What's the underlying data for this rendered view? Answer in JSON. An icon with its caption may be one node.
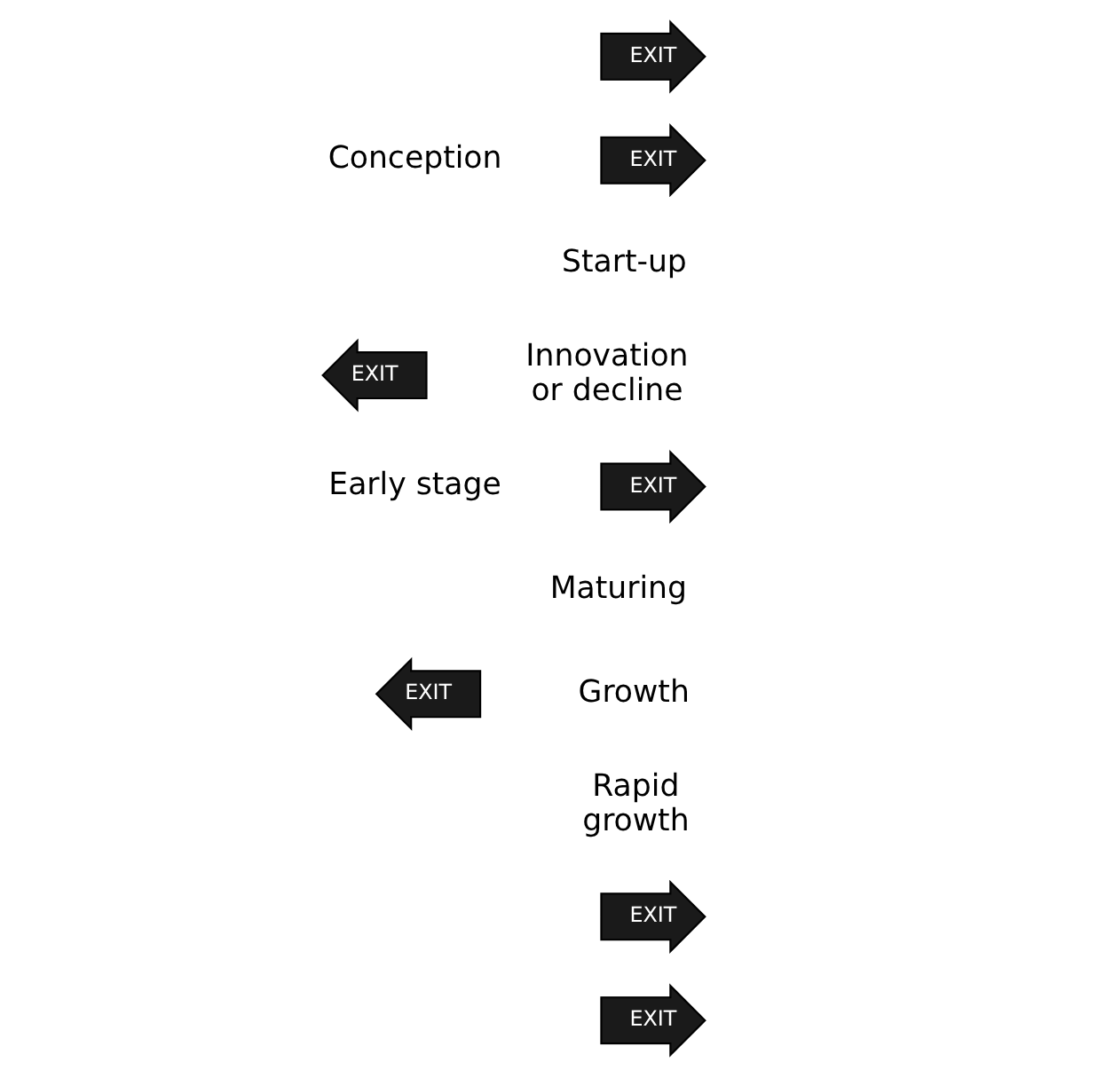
{
  "diagram": {
    "nodes": [
      {
        "text": [
          "EXIT"
        ]
      },
      {
        "text": [
          "Conception"
        ]
      },
      {
        "text": [
          "EXIT"
        ]
      },
      {
        "text": [
          "Start-up"
        ]
      },
      {
        "text": [
          "EXIT"
        ]
      },
      {
        "text": [
          "Innovation or decline"
        ]
      },
      {
        "text": [
          "Early stage"
        ]
      },
      {
        "text": [
          "EXIT"
        ]
      },
      {
        "text": [
          "Maturing"
        ]
      },
      {
        "text": [
          "EXIT"
        ]
      },
      {
        "text": [
          "Growth"
        ]
      },
      {
        "text": [
          "Rapid growth"
        ]
      },
      {
        "text": [
          "EXIT"
        ]
      },
      {
        "text": [
          "EXIT"
        ]
      }
    ]
  }
}
